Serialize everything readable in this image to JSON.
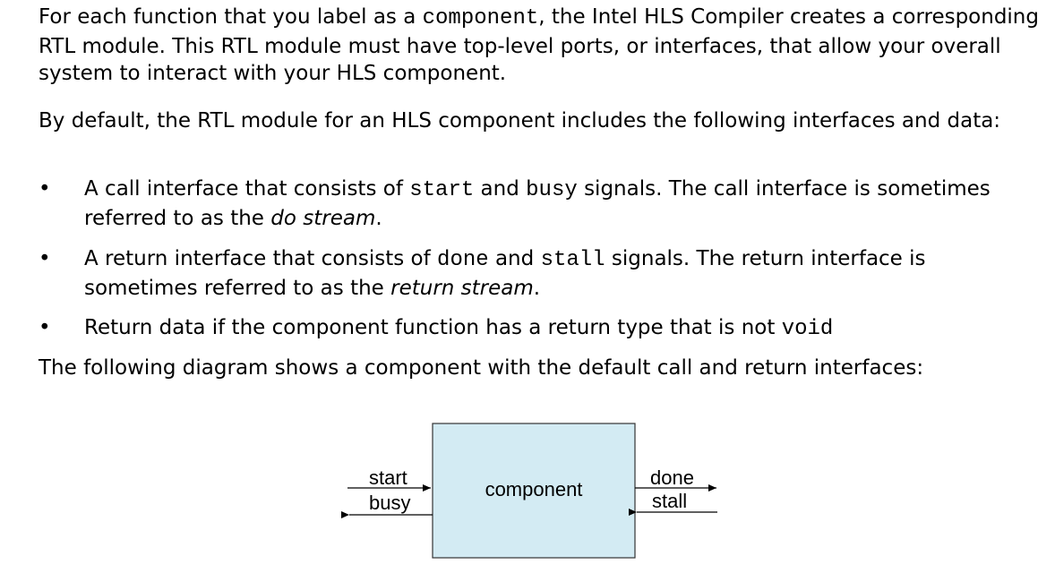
{
  "p1": {
    "t1": "For each function that you label as a ",
    "code": "component",
    "t2": ", the Intel HLS Compiler creates a corresponding RTL module. This RTL module must have top-level ports, or interfaces, that allow your overall system to interact with your HLS component."
  },
  "p2": {
    "text": "By default, the RTL module for an HLS component includes the following interfaces and data:"
  },
  "bullets": [
    {
      "t1": "A call interface that consists of ",
      "c1": "start",
      "t2": " and ",
      "c2": "busy",
      "t3": " signals. The call interface is sometimes referred to as the ",
      "em": "do stream",
      "t4": "."
    },
    {
      "t1": "A return interface that consists of ",
      "c1": "done",
      "t2": " and ",
      "c2": "stall",
      "t3": " signals. The return interface is sometimes referred to as the ",
      "em": "return stream",
      "t4": "."
    },
    {
      "t1": "Return data if the component function has a return type that is not ",
      "c1": "void"
    }
  ],
  "bullet_glyph": "•",
  "p3": {
    "text": "The following diagram shows a component with the default call and return interfaces:"
  },
  "diagram": {
    "box_label": "component",
    "box_fill": "#d3ebf3",
    "left_top": "start",
    "left_bottom": "busy",
    "right_top": "done",
    "right_bottom": "stall"
  }
}
